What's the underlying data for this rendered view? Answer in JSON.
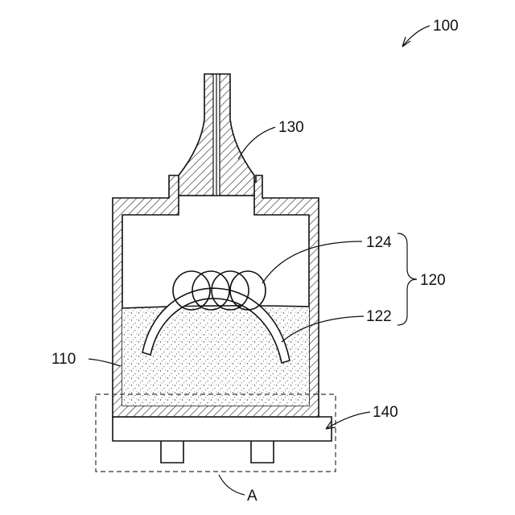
{
  "figure": {
    "labels": {
      "device": "100",
      "housing": "110",
      "assembly": "120",
      "coil": "124",
      "rod": "122",
      "nozzle": "130",
      "base": "140",
      "region": "A"
    },
    "colors": {
      "ink": "#111111",
      "hatch": "#333333",
      "background": "#ffffff"
    }
  }
}
